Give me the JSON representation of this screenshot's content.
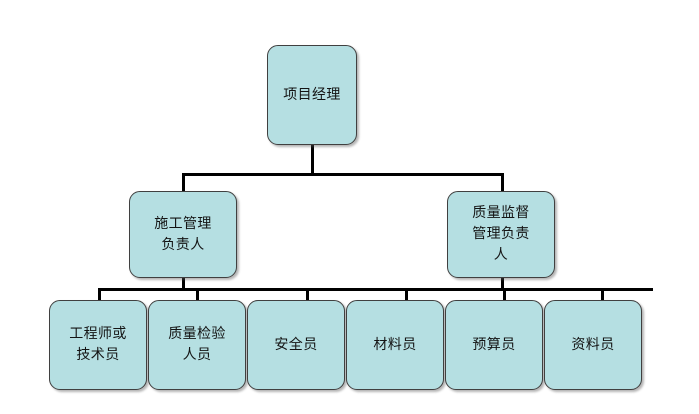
{
  "diagram": {
    "type": "organizational-chart",
    "title": "",
    "background_color": "#ffffff",
    "node_fill_color": "#b5dfe2",
    "node_border_color": "#404040",
    "connector_color": "#000000",
    "text_color": "#141414"
  },
  "levels": {
    "level1": {
      "nodes": [
        {
          "id": "project-manager",
          "label": "项目经理"
        }
      ]
    },
    "level2": {
      "nodes": [
        {
          "id": "construction-management-lead",
          "label": "施工管理\n负责人"
        },
        {
          "id": "quality-supervision-management-lead",
          "label": "质量监督\n管理负责\n人"
        }
      ]
    },
    "level3": {
      "nodes": [
        {
          "id": "engineer-or-technician",
          "label": "工程师或\n技术员"
        },
        {
          "id": "quality-inspection-staff",
          "label": "质量检验\n人员"
        },
        {
          "id": "safety-officer",
          "label": "安全员"
        },
        {
          "id": "materials-officer",
          "label": "材料员"
        },
        {
          "id": "budget-officer",
          "label": "预算员"
        },
        {
          "id": "documentation-officer",
          "label": "资料员"
        }
      ]
    }
  }
}
